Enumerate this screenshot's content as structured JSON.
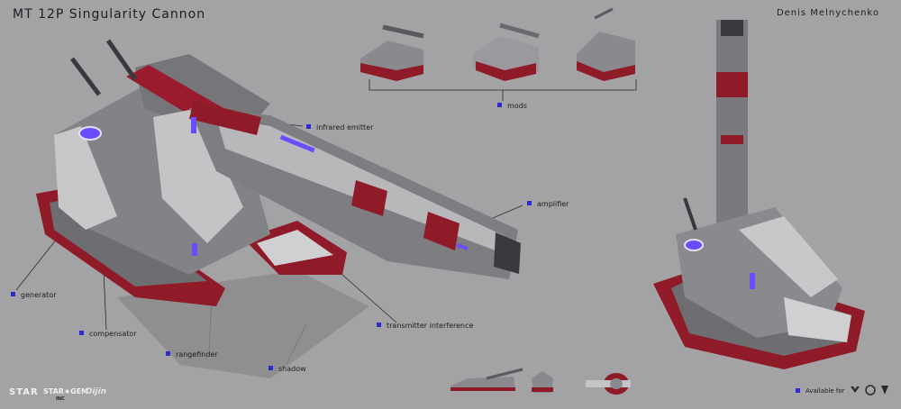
{
  "title": "MT 12P Singularity Cannon",
  "author": "Denis Melnychenko",
  "callouts": {
    "mods": "mods",
    "infrared_emitter": "infrared emitter",
    "amplifier": "amplifier",
    "generator": "generator",
    "compensator": "compensator",
    "rangefinder": "rangefinder",
    "transmitter_interference": "transmitter interference",
    "shadow": "shadow"
  },
  "available_for": "Available for",
  "logos": {
    "star": "STAR",
    "stargem": "STAR★GEM",
    "stargem_sub": "INC",
    "sdk": "Dijin"
  },
  "colors": {
    "background": "#a3a3a5",
    "hull": "#838387",
    "panel": "#c4c4c6",
    "accent_red": "#8f1a28",
    "glow": "#6b4cff",
    "marker": "#2b2bd0"
  }
}
